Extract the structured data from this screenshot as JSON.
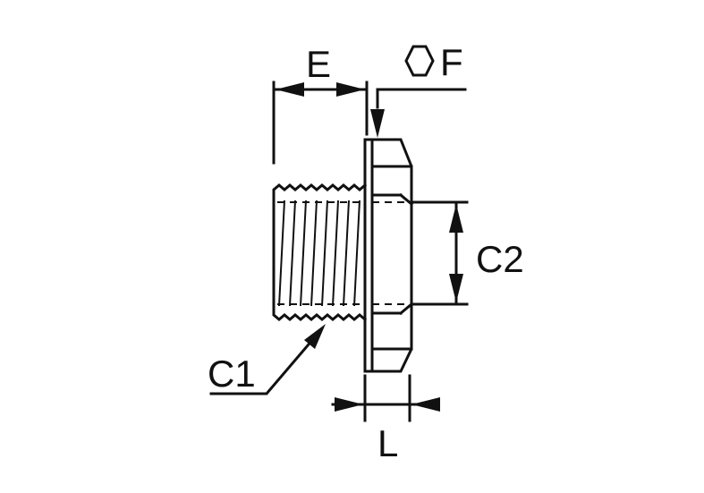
{
  "labels": {
    "E": "E",
    "F": "F",
    "C1": "C1",
    "C2": "C2",
    "L": "L"
  },
  "icons": {
    "hex_symbol": "hexagon-icon"
  }
}
